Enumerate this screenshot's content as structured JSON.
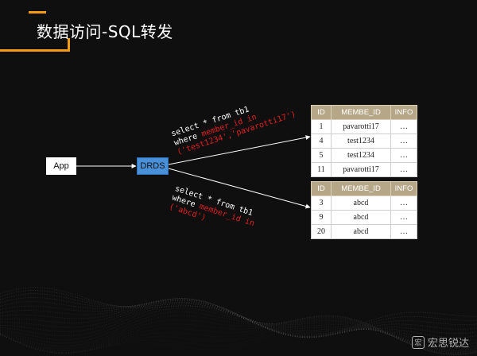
{
  "title": "数据访问-SQL转发",
  "nodes": {
    "app": "App",
    "drds": "DRDS"
  },
  "sql_top": {
    "line1": "select * from tb1",
    "line2_prefix": "where ",
    "line2_red": "member_id in",
    "line3": "('test1234','pavarotti17')"
  },
  "sql_bottom": {
    "line1": "select * from tb1",
    "line2_prefix": "where ",
    "line2_red": "member_id in",
    "line3": "('abcd')"
  },
  "table1": {
    "headers": [
      "ID",
      "MEMBE_ID",
      "INFO"
    ],
    "rows": [
      [
        "1",
        "pavarotti17",
        "…"
      ],
      [
        "4",
        "test1234",
        "…"
      ],
      [
        "5",
        "test1234",
        "…"
      ],
      [
        "11",
        "pavarotti17",
        "…"
      ]
    ]
  },
  "table2": {
    "headers": [
      "ID",
      "MEMBE_ID",
      "INFO"
    ],
    "rows": [
      [
        "3",
        "abcd",
        "…"
      ],
      [
        "9",
        "abcd",
        "…"
      ],
      [
        "20",
        "abcd",
        "…"
      ]
    ]
  },
  "watermark": "宏思锐达",
  "watermark_logo": "宏",
  "colors": {
    "accent": "#f39c12",
    "drds": "#4a90d9",
    "header": "#b5a787",
    "sql_red": "#e02020"
  }
}
